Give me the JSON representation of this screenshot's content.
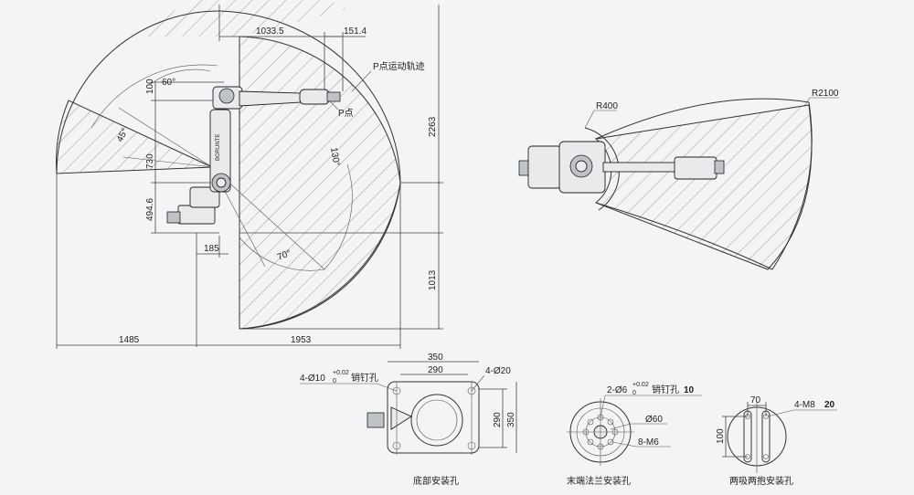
{
  "side_view": {
    "dims": {
      "d1033": "1033.5",
      "d151": "151.4",
      "d100": "100",
      "d730": "730",
      "d494": "494.6",
      "d185": "185",
      "d2263": "2263",
      "d1013": "1013",
      "d1485": "1485",
      "d1953": "1953"
    },
    "angles": {
      "a60": "60°",
      "a45": "45°",
      "a130": "130°",
      "a70": "70°"
    },
    "labels": {
      "trajectory": "P点运动轨迹",
      "point_p": "P点"
    },
    "brand": "BORUNTE"
  },
  "top_view": {
    "r_inner": "R400",
    "r_outer": "R2100"
  },
  "base_holes": {
    "dim_350_top": "350",
    "dim_290_top": "290",
    "dim_290_side": "290",
    "dim_350_side": "350",
    "pin_hole_prefix": "4-Ø10",
    "pin_tol_upper": "+0.02",
    "pin_tol_lower": "0",
    "pin_hole_label": "销钉孔",
    "bolt_holes": "4-Ø20",
    "caption": "底部安装孔"
  },
  "flange_holes": {
    "pin_prefix": "2-Ø6",
    "pin_tol_upper": "+0.02",
    "pin_tol_lower": "0",
    "pin_label": "销钉孔",
    "pin_depth": "10",
    "pcd": "Ø60",
    "threads": "8-M6",
    "caption": "末端法兰安装孔"
  },
  "clamp_holes": {
    "dim_70": "70",
    "dim_100": "100",
    "threads": "4-M8",
    "depth": "20",
    "caption": "两吸两抱安装孔"
  },
  "colors": {
    "line": "#333333",
    "hatch": "#777777",
    "background": "#f3f4f6",
    "robot_fill": "#e9eaec"
  }
}
